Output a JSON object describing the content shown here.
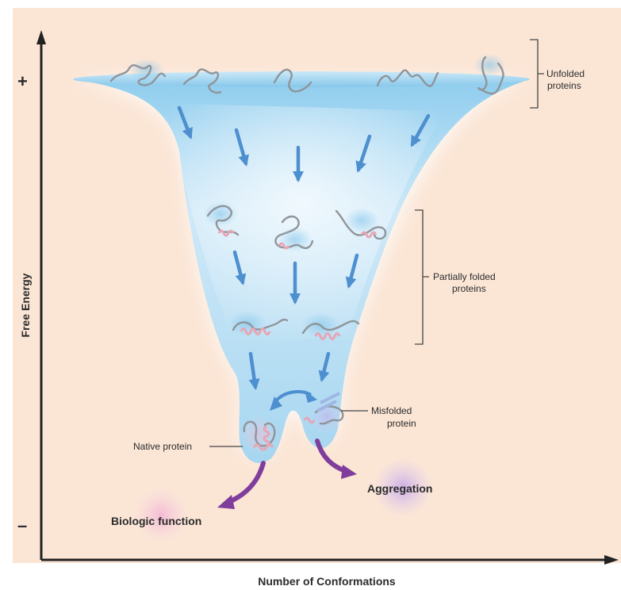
{
  "colors": {
    "background": "#fbe6d6",
    "funnel_light": "#e6f3fb",
    "funnel_mid": "#a9d7f1",
    "arrow_blue": "#4d8fcf",
    "arrow_purple": "#7f3d9c",
    "chain_gray": "#8f959b",
    "helix_pink": "#e7a5b3",
    "axis": "#222222"
  },
  "icons": [
    "protein-chain-icon",
    "helix-segment-icon",
    "beta-strand-icon",
    "arrow-icon",
    "double-headed-arrow-icon"
  ],
  "axes": {
    "y_label": "Free Energy",
    "x_label": "Number of Conformations",
    "plus": "+",
    "minus": "–"
  },
  "labels": {
    "unfolded": [
      "Unfolded",
      "proteins"
    ],
    "partially": [
      "Partially folded",
      "proteins"
    ],
    "misfolded": [
      "Misfolded",
      "protein"
    ],
    "native": "Native protein",
    "aggregation": "Aggregation",
    "biologic": "Biologic function"
  }
}
